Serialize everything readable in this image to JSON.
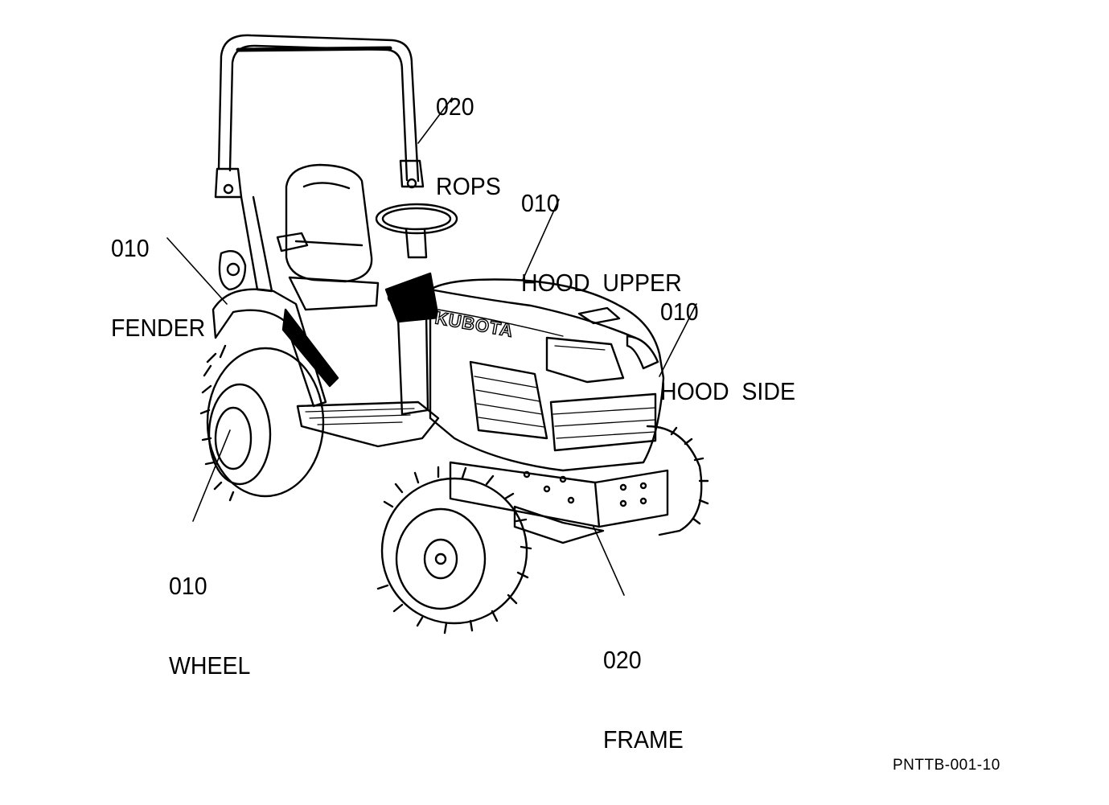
{
  "callouts": {
    "rops": {
      "code": "020",
      "name": "ROPS"
    },
    "hood_upper": {
      "code": "010",
      "name": "HOOD  UPPER"
    },
    "fender": {
      "code": "010",
      "name": "FENDER"
    },
    "hood_side": {
      "code": "010",
      "name": "HOOD  SIDE"
    },
    "wheel": {
      "code": "010",
      "name": "WHEEL"
    },
    "frame": {
      "code": "020",
      "name": "FRAME"
    }
  },
  "brand_logo": "KUBOTA",
  "drawing_code": "PNTTB-001-10"
}
